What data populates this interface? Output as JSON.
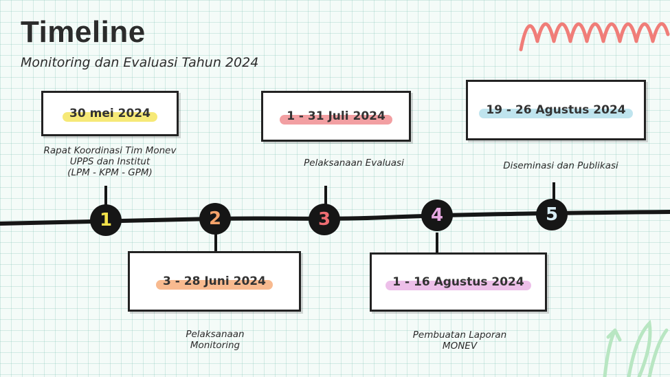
{
  "header": {
    "title": "Timeline",
    "subtitle": "Monitoring dan Evaluasi Tahun 2024"
  },
  "steps": [
    {
      "number": "1",
      "date": "30 mei 2024",
      "description": "Rapat Koordinasi Tim Monev\nUPPS dan Institut\n(LPM - KPM - GPM)",
      "highlight": "#f3e24a",
      "number_color": "#f3e24a"
    },
    {
      "number": "2",
      "date": "3 - 28 Juni 2024",
      "description": "Pelaksanaan\nMonitoring",
      "highlight": "#f6a36a",
      "number_color": "#f6a36a"
    },
    {
      "number": "3",
      "date": "1 - 31 Juli 2024",
      "description": "Pelaksanaan Evaluasi",
      "highlight": "#ee7f83",
      "number_color": "#ee6d72"
    },
    {
      "number": "4",
      "date": "1 - 16 Agustus 2024",
      "description": "Pembuatan Laporan\nMONEV",
      "highlight": "#e7a9e2",
      "number_color": "#e7a9e2"
    },
    {
      "number": "5",
      "date": "19 - 26 Agustus 2024",
      "description": "Diseminasi dan Publikasi",
      "highlight": "#a9dbe8",
      "number_color": "#d9eef6"
    }
  ],
  "colors": {
    "background": "#f4fbf8",
    "line": "#161616",
    "zigzag": "#f07d78",
    "leaf": "#b8e6c2"
  }
}
